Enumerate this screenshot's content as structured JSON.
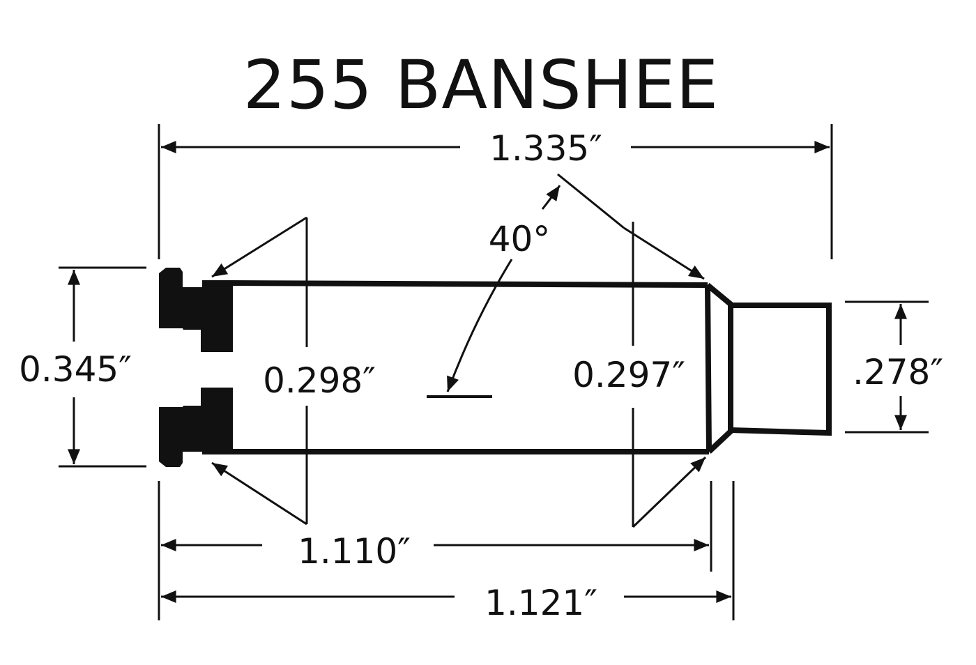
{
  "title": "255 BANSHEE",
  "dimensions": {
    "overall_length": "1.335″",
    "shoulder_angle": "40°",
    "rim_diameter": "0.345″",
    "base_diameter": "0.298″",
    "shoulder_diameter": "0.297″",
    "neck_diameter": ".278″",
    "shoulder_length": "1.110″",
    "neck_start_length": "1.121″"
  },
  "colors": {
    "ink": "#111111",
    "background": "#ffffff"
  }
}
